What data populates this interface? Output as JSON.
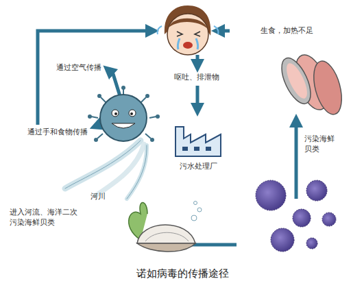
{
  "diagram": {
    "caption": "诺如病毒的传播途径",
    "labels": [
      "生食，加热不足",
      "呕吐、排泄物",
      "通过空气传播",
      "通过手和食物传播",
      "污水处理厂",
      "污染海鲜贝类",
      "河川",
      "进入河流、海洋二次污染海鲜贝类"
    ]
  }
}
